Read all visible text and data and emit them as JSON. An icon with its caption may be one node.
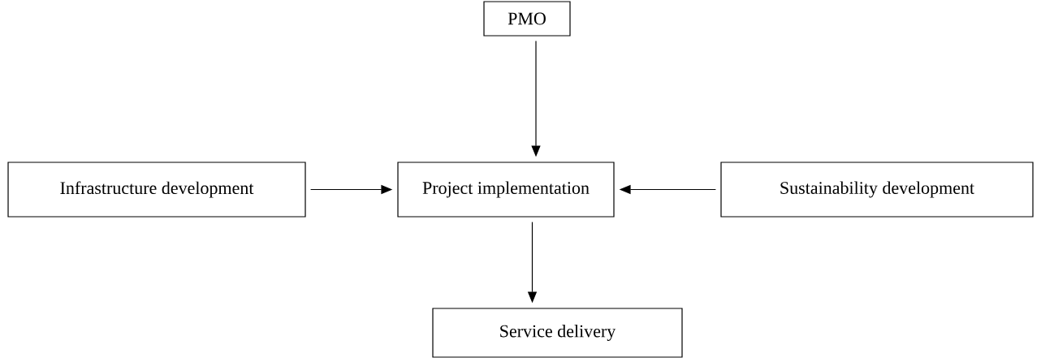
{
  "diagram": {
    "nodes": [
      {
        "text": [
          "PMO"
        ]
      },
      {
        "text": [
          "Infrastructure development"
        ]
      },
      {
        "text": [
          "Project implementation"
        ]
      },
      {
        "text": [
          "Sustainability development"
        ]
      },
      {
        "text": [
          "Service delivery"
        ]
      }
    ],
    "edges": [
      {
        "from": 0,
        "to": 2,
        "arrow": "to"
      },
      {
        "from": 1,
        "to": 2,
        "arrow": "to"
      },
      {
        "from": 3,
        "to": 2,
        "arrow": "to"
      },
      {
        "from": 2,
        "to": 4,
        "arrow": "to"
      }
    ]
  }
}
